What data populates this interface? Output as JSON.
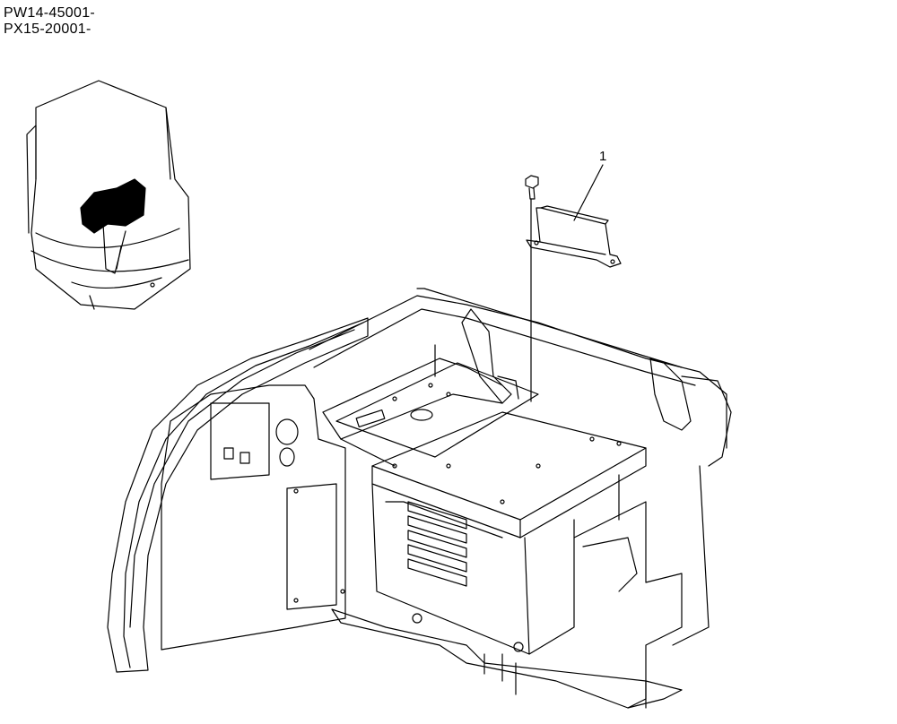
{
  "serial_numbers": [
    "PW14-45001-",
    "PX15-20001-"
  ],
  "callouts": [
    {
      "label": "1"
    }
  ],
  "colors": {
    "line": "#000000",
    "background": "#ffffff",
    "highlight_fill": "#000000"
  },
  "icons": {
    "locator_view": "machine-locator-icon",
    "part_1": "mounting-bracket-icon",
    "bolt": "bolt-icon"
  }
}
